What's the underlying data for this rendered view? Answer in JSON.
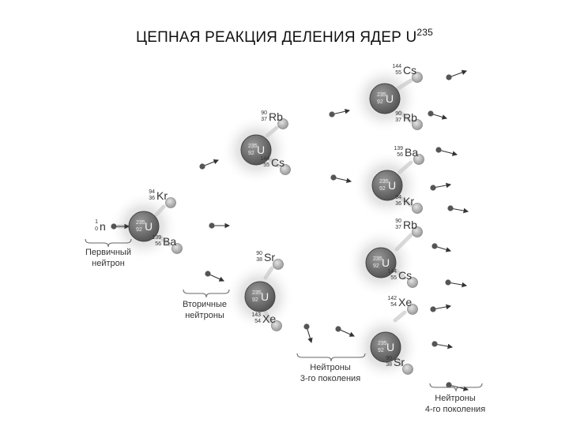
{
  "title": {
    "text": "ЦЕПНАЯ РЕАКЦИЯ ДЕЛЕНИЯ ЯДЕР U",
    "sup": "235"
  },
  "colors": {
    "nucleus": "#6e6e6e",
    "glow": "#d8d8d8",
    "fragment": "#b9b9b9",
    "neutron": "#555555",
    "text": "#333333"
  },
  "nuclei": [
    {
      "symbol": "U",
      "mass": "235",
      "charge": "92"
    },
    {
      "symbol": "U",
      "mass": "235",
      "charge": "92"
    },
    {
      "symbol": "U",
      "mass": "235",
      "charge": "92"
    },
    {
      "symbol": "U",
      "mass": "235",
      "charge": "92"
    },
    {
      "symbol": "U",
      "mass": "235",
      "charge": "92"
    },
    {
      "symbol": "U",
      "mass": "235",
      "charge": "92"
    },
    {
      "symbol": "U",
      "mass": "235",
      "charge": "92"
    }
  ],
  "fragments": [
    {
      "symbol": "Kr",
      "mass": "94",
      "charge": "36"
    },
    {
      "symbol": "Ba",
      "mass": "139",
      "charge": "56"
    },
    {
      "symbol": "Rb",
      "mass": "90",
      "charge": "37"
    },
    {
      "symbol": "Cs",
      "mass": "144",
      "charge": "55"
    },
    {
      "symbol": "Sr",
      "mass": "90",
      "charge": "38"
    },
    {
      "symbol": "Xe",
      "mass": "143",
      "charge": "54"
    },
    {
      "symbol": "Cs",
      "mass": "144",
      "charge": "55"
    },
    {
      "symbol": "Rb",
      "mass": "90",
      "charge": "37"
    },
    {
      "symbol": "Ba",
      "mass": "139",
      "charge": "56"
    },
    {
      "symbol": "Kr",
      "mass": "94",
      "charge": "36"
    },
    {
      "symbol": "Rb",
      "mass": "90",
      "charge": "37"
    },
    {
      "symbol": "Cs",
      "mass": "144",
      "charge": "55"
    },
    {
      "symbol": "Xe",
      "mass": "142",
      "charge": "54"
    },
    {
      "symbol": "Sr",
      "mass": "90",
      "charge": "38"
    }
  ],
  "primary_neutron": {
    "symbol": "n",
    "mass": "1",
    "charge": "0"
  },
  "labels": {
    "primary": [
      "Первичный",
      "нейтрон"
    ],
    "secondary": [
      "Вторичные",
      "нейтроны"
    ],
    "third": [
      "Нейтроны",
      "3-го поколения"
    ],
    "fourth": [
      "Нейтроны",
      "4-го поколения"
    ]
  }
}
